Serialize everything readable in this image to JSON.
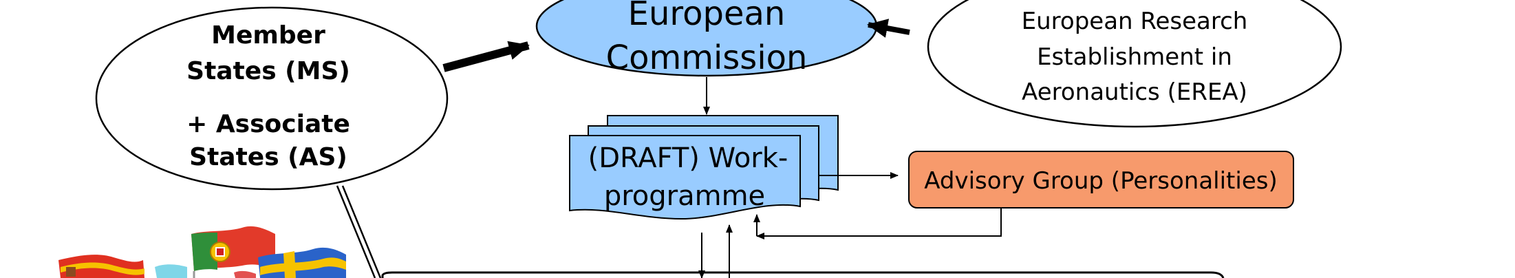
{
  "member_states": {
    "line1": "Member",
    "line2": "States (MS)",
    "line3": "+ Associate",
    "line4": "States (AS)"
  },
  "commission": {
    "line1": "European",
    "line2": "Commission",
    "fill": "#99ccff"
  },
  "erea": {
    "line1": "European Research",
    "line2": "Establishment in",
    "line3": "Aeronautics (EREA)"
  },
  "workprogramme": {
    "line1": "(DRAFT) Work-",
    "line2": "programme",
    "fill": "#99ccff"
  },
  "advisory_group": {
    "label": "Advisory Group (Personalities)",
    "fill": "#f79a6c"
  },
  "flags": {
    "icons": [
      "spain-flag-icon",
      "portugal-flag-icon",
      "sweden-flag-icon",
      "flag-icon"
    ]
  }
}
